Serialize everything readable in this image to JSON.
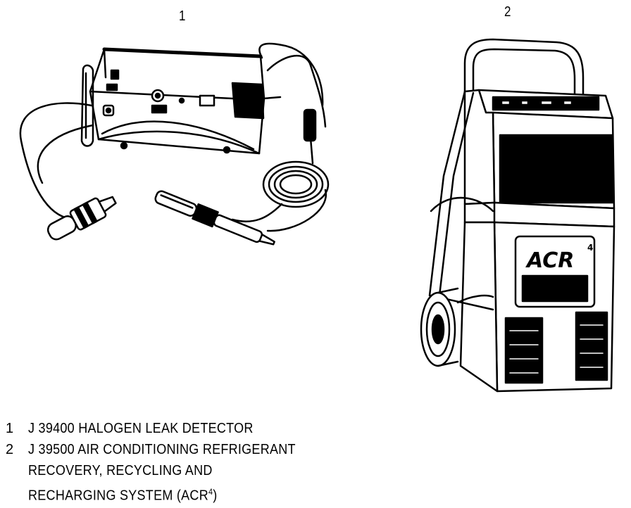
{
  "figure": {
    "callouts": [
      "1",
      "2"
    ],
    "acr_logo": "ACR",
    "acr_logo_sup": "4",
    "legend": [
      {
        "num": "1",
        "lines": [
          "J 39400 HALOGEN LEAK DETECTOR"
        ]
      },
      {
        "num": "2",
        "lines": [
          "J 39500 AIR CONDITIONING REFRIGERANT",
          "RECOVERY, RECYCLING AND",
          "RECHARGING SYSTEM (ACR"
        ],
        "last_sup": "4",
        "last_tail": ")"
      }
    ]
  }
}
